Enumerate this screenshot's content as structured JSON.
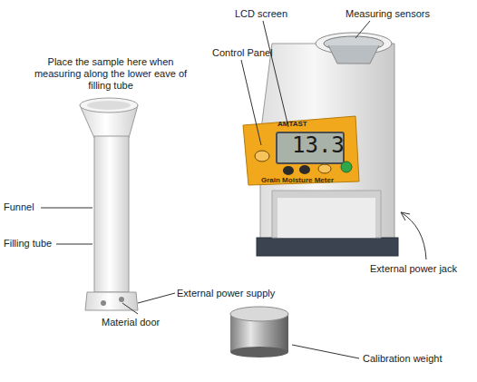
{
  "diagram": {
    "labels": [
      "LCD screen",
      "Measuring sensors",
      "Control Panel",
      "Place the sample here when measuring along the lower eave of filling tube",
      "Funnel",
      "Filling tube",
      "External power jack",
      "External power supply",
      "Material door",
      "Calibration weight",
      "AMTAST",
      "Grain Moisture Meter",
      "13.3"
    ]
  }
}
